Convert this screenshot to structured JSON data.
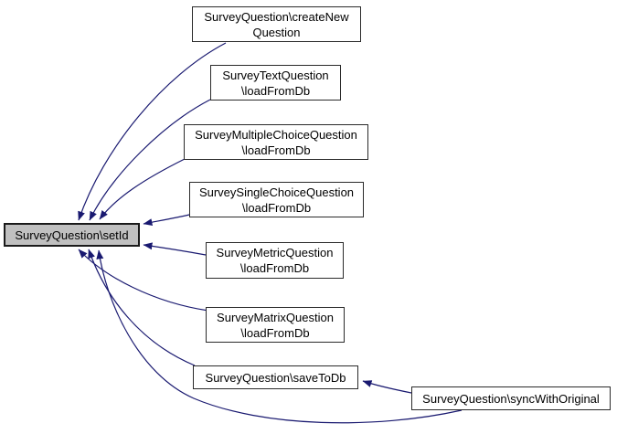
{
  "diagram": {
    "kind": "doxygen-caller-graph",
    "colors": {
      "edge": "#191970",
      "border": "#2a2a2a",
      "current_fill": "#c0c0c0",
      "node_fill": "#ffffff",
      "background": "#ffffff",
      "text": "#000000"
    }
  },
  "nodes": {
    "setid": "SurveyQuestion\\setId",
    "create_new_question": "SurveyQuestion\\createNew\nQuestion",
    "text_load_from_db": "SurveyTextQuestion\n\\loadFromDb",
    "multiple_choice_load_from_db": "SurveyMultipleChoiceQuestion\n\\loadFromDb",
    "single_choice_load_from_db": "SurveySingleChoiceQuestion\n\\loadFromDb",
    "metric_load_from_db": "SurveyMetricQuestion\n\\loadFromDb",
    "matrix_load_from_db": "SurveyMatrixQuestion\n\\loadFromDb",
    "save_to_db": "SurveyQuestion\\saveToDb",
    "sync_with_original": "SurveyQuestion\\syncWithOriginal"
  },
  "edges": [
    {
      "from": "SurveyQuestion\\createNewQuestion",
      "to": "SurveyQuestion\\setId"
    },
    {
      "from": "SurveyTextQuestion\\loadFromDb",
      "to": "SurveyQuestion\\setId"
    },
    {
      "from": "SurveyMultipleChoiceQuestion\\loadFromDb",
      "to": "SurveyQuestion\\setId"
    },
    {
      "from": "SurveySingleChoiceQuestion\\loadFromDb",
      "to": "SurveyQuestion\\setId"
    },
    {
      "from": "SurveyMetricQuestion\\loadFromDb",
      "to": "SurveyQuestion\\setId"
    },
    {
      "from": "SurveyMatrixQuestion\\loadFromDb",
      "to": "SurveyQuestion\\setId"
    },
    {
      "from": "SurveyQuestion\\saveToDb",
      "to": "SurveyQuestion\\setId"
    },
    {
      "from": "SurveyQuestion\\syncWithOriginal",
      "to": "SurveyQuestion\\setId"
    },
    {
      "from": "SurveyQuestion\\syncWithOriginal",
      "to": "SurveyQuestion\\saveToDb"
    }
  ]
}
